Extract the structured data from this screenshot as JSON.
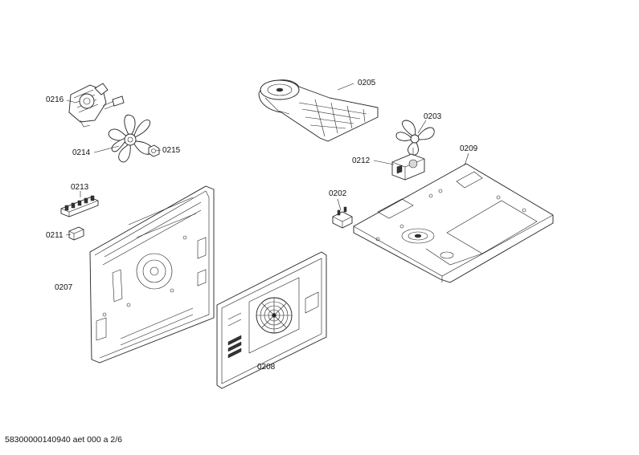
{
  "parts": [
    {
      "id": "p0216",
      "label": "0216",
      "icon": "fan-motor-icon"
    },
    {
      "id": "p0214",
      "label": "0214",
      "icon": "fan-blade-icon"
    },
    {
      "id": "p0215",
      "label": "0215",
      "icon": "nut-icon"
    },
    {
      "id": "p0213",
      "label": "0213",
      "icon": "terminal-block-icon"
    },
    {
      "id": "p0211",
      "label": "0211",
      "icon": "connector-icon"
    },
    {
      "id": "p0207",
      "label": "0207",
      "icon": "rear-panel-icon"
    },
    {
      "id": "p0208",
      "label": "0208",
      "icon": "fan-cover-panel-icon"
    },
    {
      "id": "p0205",
      "label": "0205",
      "icon": "cooling-duct-icon"
    },
    {
      "id": "p0203",
      "label": "0203",
      "icon": "cooling-fan-blade-icon"
    },
    {
      "id": "p0212",
      "label": "0212",
      "icon": "cooling-fan-motor-icon"
    },
    {
      "id": "p0209",
      "label": "0209",
      "icon": "top-plate-icon"
    },
    {
      "id": "p0202",
      "label": "0202",
      "icon": "thermostat-icon"
    }
  ],
  "footer": "58300000140940 aet 000 a 2/6"
}
